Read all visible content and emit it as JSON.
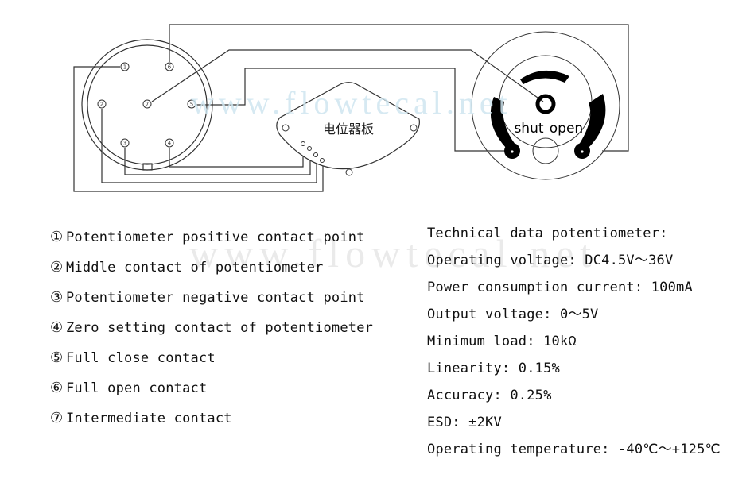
{
  "diagram": {
    "board_label": "电位器板",
    "connector_pins": [
      {
        "id": 1,
        "label": "1"
      },
      {
        "id": 2,
        "label": "2"
      },
      {
        "id": 3,
        "label": "3"
      },
      {
        "id": 4,
        "label": "4"
      },
      {
        "id": 5,
        "label": "5"
      },
      {
        "id": 6,
        "label": "6"
      },
      {
        "id": 7,
        "label": "7"
      }
    ],
    "cam_labels": {
      "shut": "shut",
      "open": "open"
    },
    "watermark": "www.flowtecal.net"
  },
  "legend": {
    "items": [
      {
        "num": "①",
        "text": "Potentiometer positive contact point"
      },
      {
        "num": "②",
        "text": "Middle contact of potentiometer"
      },
      {
        "num": "③",
        "text": "Potentiometer negative contact point"
      },
      {
        "num": "④",
        "text": "Zero setting contact of potentiometer"
      },
      {
        "num": "⑤",
        "text": "Full close contact"
      },
      {
        "num": "⑥",
        "text": "Full open contact"
      },
      {
        "num": "⑦",
        "text": "Intermediate contact"
      }
    ]
  },
  "specs": {
    "title": "Technical data potentiometer:",
    "items": [
      {
        "text": "Operating voltage: DC4.5V～36V"
      },
      {
        "text": "Power consumption current: 100mA"
      },
      {
        "text": "Output voltage: 0～5V"
      },
      {
        "text": "Minimum load: 10kΩ"
      },
      {
        "text": "Linearity: 0.15%"
      },
      {
        "text": "Accuracy: 0.25%"
      },
      {
        "text": "ESD: ±2KV"
      },
      {
        "text": "Operating temperature: -40℃～+125℃"
      }
    ]
  }
}
